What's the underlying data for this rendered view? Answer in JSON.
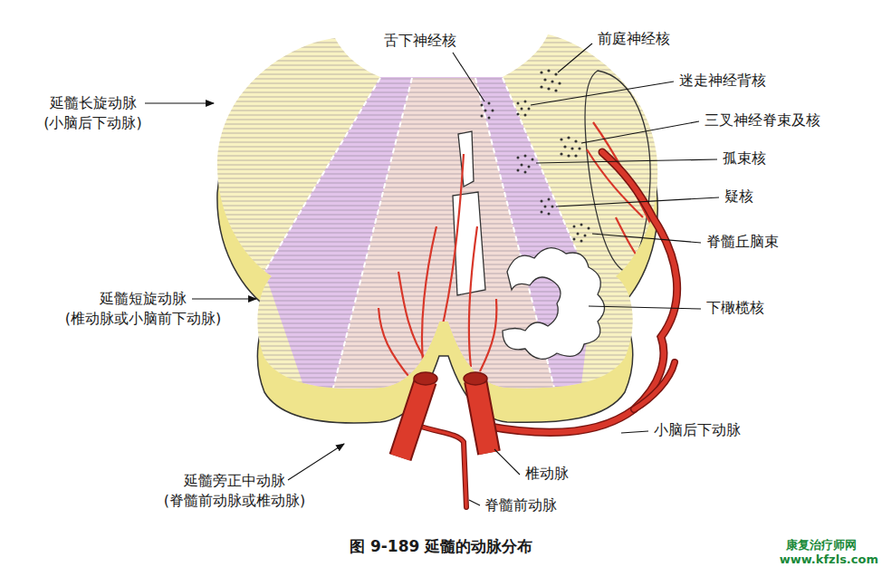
{
  "diagram": {
    "caption": "图 9-189 延髓的动脉分布",
    "labels": [
      "舌下神经核",
      "前庭神经核",
      "迷走神经背核",
      "三叉神经脊束及核",
      "孤束核",
      "疑核",
      "脊髓丘脑束",
      "下橄榄核",
      "小脑后下动脉",
      "椎动脉",
      "脊髓前动脉",
      "延髓长旋动脉 (小脑后下动脉)",
      "延髓短旋动脉 (椎动脉或小脑前下动脉)",
      "延髓旁正中动脉 (脊髓前动脉或椎动脉)",
      "康复治疗师网",
      "www.kfzls.com"
    ]
  }
}
